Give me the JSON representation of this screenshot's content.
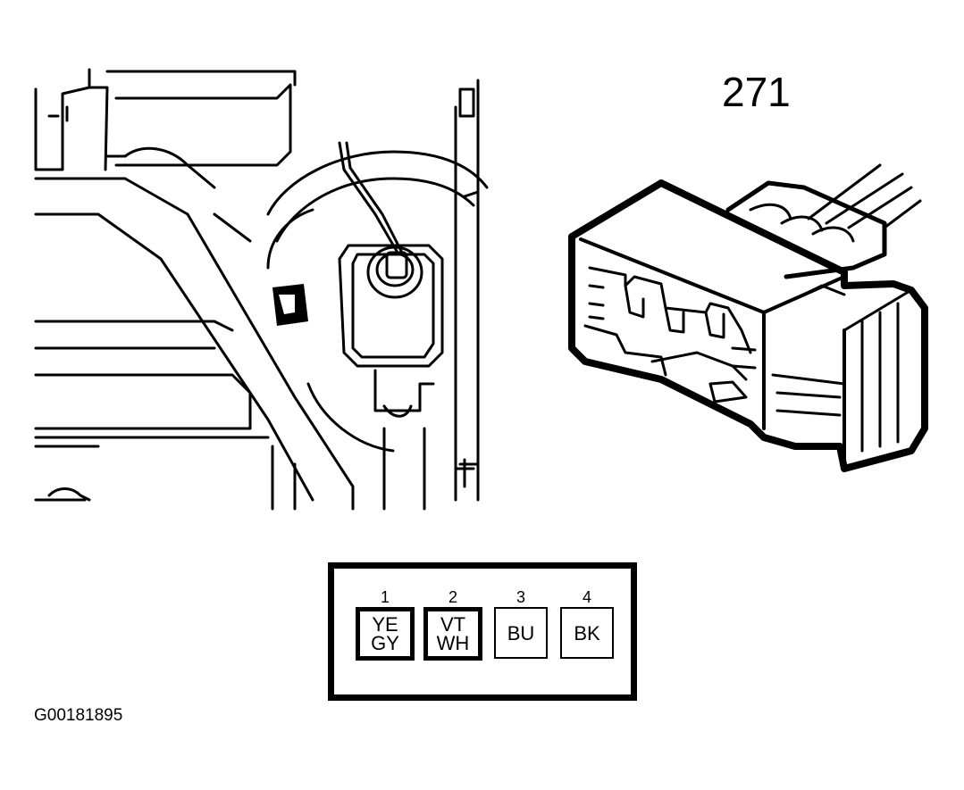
{
  "connector_number": "271",
  "figure_id": "G00181895",
  "pins": [
    {
      "number": "1",
      "line1": "YE",
      "line2": "GY",
      "highlighted": true
    },
    {
      "number": "2",
      "line1": "VT",
      "line2": "WH",
      "highlighted": true
    },
    {
      "number": "3",
      "line1": "BU",
      "line2": "",
      "highlighted": false
    },
    {
      "number": "4",
      "line1": "BK",
      "line2": "",
      "highlighted": false
    }
  ],
  "colors": {
    "ink": "#000000",
    "paper": "#ffffff"
  }
}
